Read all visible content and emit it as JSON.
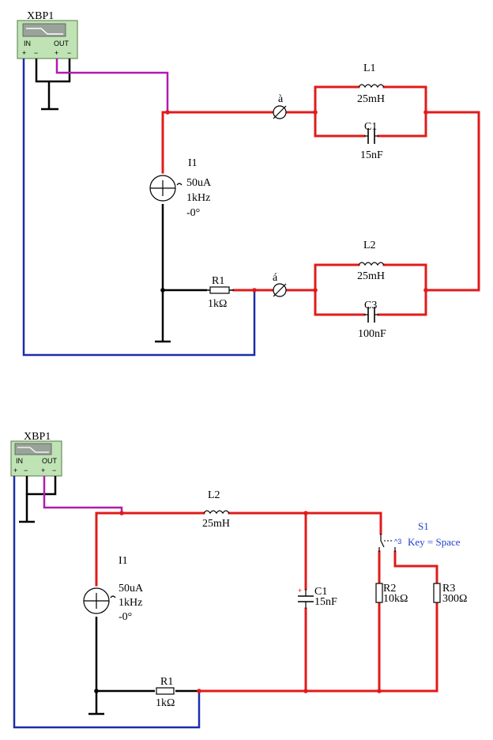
{
  "circuit1": {
    "bode_plotter": {
      "name": "XBP1",
      "in_label": "IN",
      "out_label": "OUT"
    },
    "current_source": {
      "name": "I1",
      "amplitude": "50uA",
      "frequency": "1kHz",
      "phase": "-0°"
    },
    "probe_top": {
      "label": "à"
    },
    "probe_bottom": {
      "label": "á"
    },
    "inductor_top": {
      "name": "L1",
      "value": "25mH"
    },
    "capacitor_top": {
      "name": "C1",
      "value": "15nF"
    },
    "inductor_bottom": {
      "name": "L2",
      "value": "25mH"
    },
    "capacitor_bottom": {
      "name": "C3",
      "value": "100nF"
    },
    "resistor": {
      "name": "R1",
      "value": "1kΩ"
    }
  },
  "circuit2": {
    "bode_plotter": {
      "name": "XBP1",
      "in_label": "IN",
      "out_label": "OUT"
    },
    "current_source": {
      "name": "I1",
      "amplitude": "50uA",
      "frequency": "1kHz",
      "phase": "-0°"
    },
    "inductor": {
      "name": "L2",
      "value": "25mH"
    },
    "capacitor": {
      "name": "C1",
      "value": "15nF"
    },
    "switch": {
      "name": "S1",
      "key": "Key = Space"
    },
    "resistor_r2": {
      "name": "R2",
      "value": "10kΩ"
    },
    "resistor_r3": {
      "name": "R3",
      "value": "300Ω"
    },
    "resistor_r1": {
      "name": "R1",
      "value": "1kΩ"
    }
  },
  "colors": {
    "wire_red": "#e01b1b",
    "wire_blue": "#1a2ea8",
    "wire_purple": "#b01bb0",
    "wire_black": "#000000",
    "label_blue": "#1f3fd0",
    "plotter_fill": "#bfe3b4"
  }
}
